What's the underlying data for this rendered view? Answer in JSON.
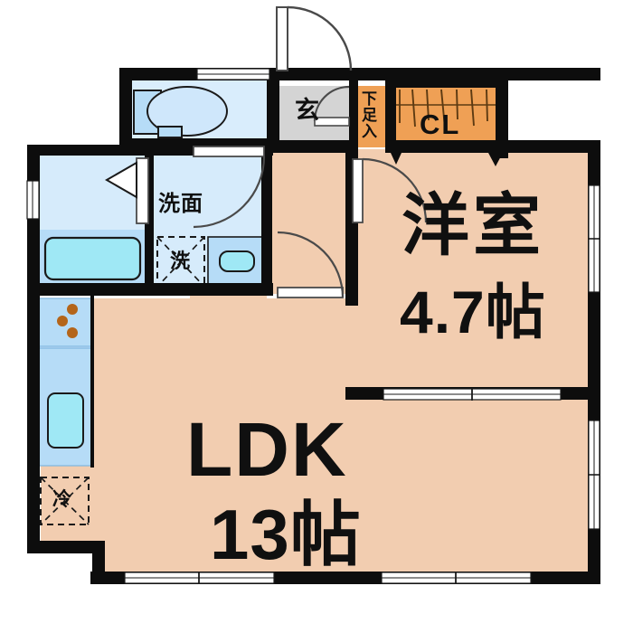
{
  "plan": {
    "type": "apartment-floor-plan",
    "layout_code": "1LDK",
    "colors": {
      "wall": "#0d0d0d",
      "room_floor": "#f2cdb0",
      "wet_area_floor": "#d6ebfb",
      "toilet_floor": "#d9edfc",
      "closet_fill": "#efa055",
      "entrance_floor": "#d4d4d4",
      "fixture_blue": "#b6dcf7",
      "fixture_cyan": "#9fe8f5",
      "burner": "#b4651a",
      "text": "#101010",
      "window_frame": "#ffffff",
      "door_arc": "#4a4a4a"
    },
    "rooms": [
      {
        "id": "ldk",
        "label_main": "LDK",
        "label_size": "13帖",
        "area_tatami": 13
      },
      {
        "id": "bedroom",
        "label_main": "洋室",
        "label_size": "4.7帖",
        "area_tatami": 4.7
      },
      {
        "id": "closet",
        "label_main": "CL"
      },
      {
        "id": "entrance",
        "label_main": "玄"
      },
      {
        "id": "shoe_box",
        "label_main": "下足入"
      },
      {
        "id": "washroom",
        "label_main": "洗面"
      },
      {
        "id": "washer",
        "label_main": "洗"
      },
      {
        "id": "fridge",
        "label_main": "冷"
      }
    ],
    "labels": {
      "ldk_name": "LDK",
      "ldk_area": "13帖",
      "bedroom_name": "洋室",
      "bedroom_area": "4.7帖",
      "closet": "CL",
      "entrance": "玄",
      "shoe_box": "下足入",
      "washroom": "洗面",
      "washer": "洗",
      "fridge": "冷"
    },
    "fixtures": [
      {
        "id": "toilet",
        "name": "western-toilet",
        "room": "toilet"
      },
      {
        "id": "bathtub",
        "name": "bathtub",
        "room": "bathroom"
      },
      {
        "id": "vanity",
        "name": "vanity-sink",
        "room": "washroom"
      },
      {
        "id": "washer-space",
        "name": "washing-machine-space",
        "room": "washroom"
      },
      {
        "id": "stove",
        "name": "three-burner-stove",
        "room": "kitchen"
      },
      {
        "id": "sink",
        "name": "kitchen-sink",
        "room": "kitchen"
      },
      {
        "id": "fridge-space",
        "name": "refrigerator-space",
        "room": "kitchen"
      },
      {
        "id": "closet-rod",
        "name": "closet-hanging-rod",
        "room": "closet"
      }
    ],
    "openings": [
      {
        "id": "entrance-door",
        "name": "entrance-swing-door"
      },
      {
        "id": "toilet-door",
        "name": "toilet-swing-door"
      },
      {
        "id": "bath-door",
        "name": "bathroom-folding-door"
      },
      {
        "id": "washroom-door",
        "name": "washroom-swing-door"
      },
      {
        "id": "bedroom-door",
        "name": "bedroom-swing-door"
      },
      {
        "id": "ldk-door",
        "name": "ldk-swing-door"
      },
      {
        "id": "bedroom-sliding",
        "name": "bedroom-ldk-sliding-door"
      },
      {
        "id": "window-toilet-n",
        "name": "toilet-north-window"
      },
      {
        "id": "window-bath-w",
        "name": "bathroom-west-window"
      },
      {
        "id": "window-bedroom-e",
        "name": "bedroom-east-window"
      },
      {
        "id": "window-ldk-e",
        "name": "ldk-east-window"
      },
      {
        "id": "window-ldk-s1",
        "name": "ldk-south-window-left"
      },
      {
        "id": "window-ldk-s2",
        "name": "ldk-south-window-right"
      }
    ]
  }
}
